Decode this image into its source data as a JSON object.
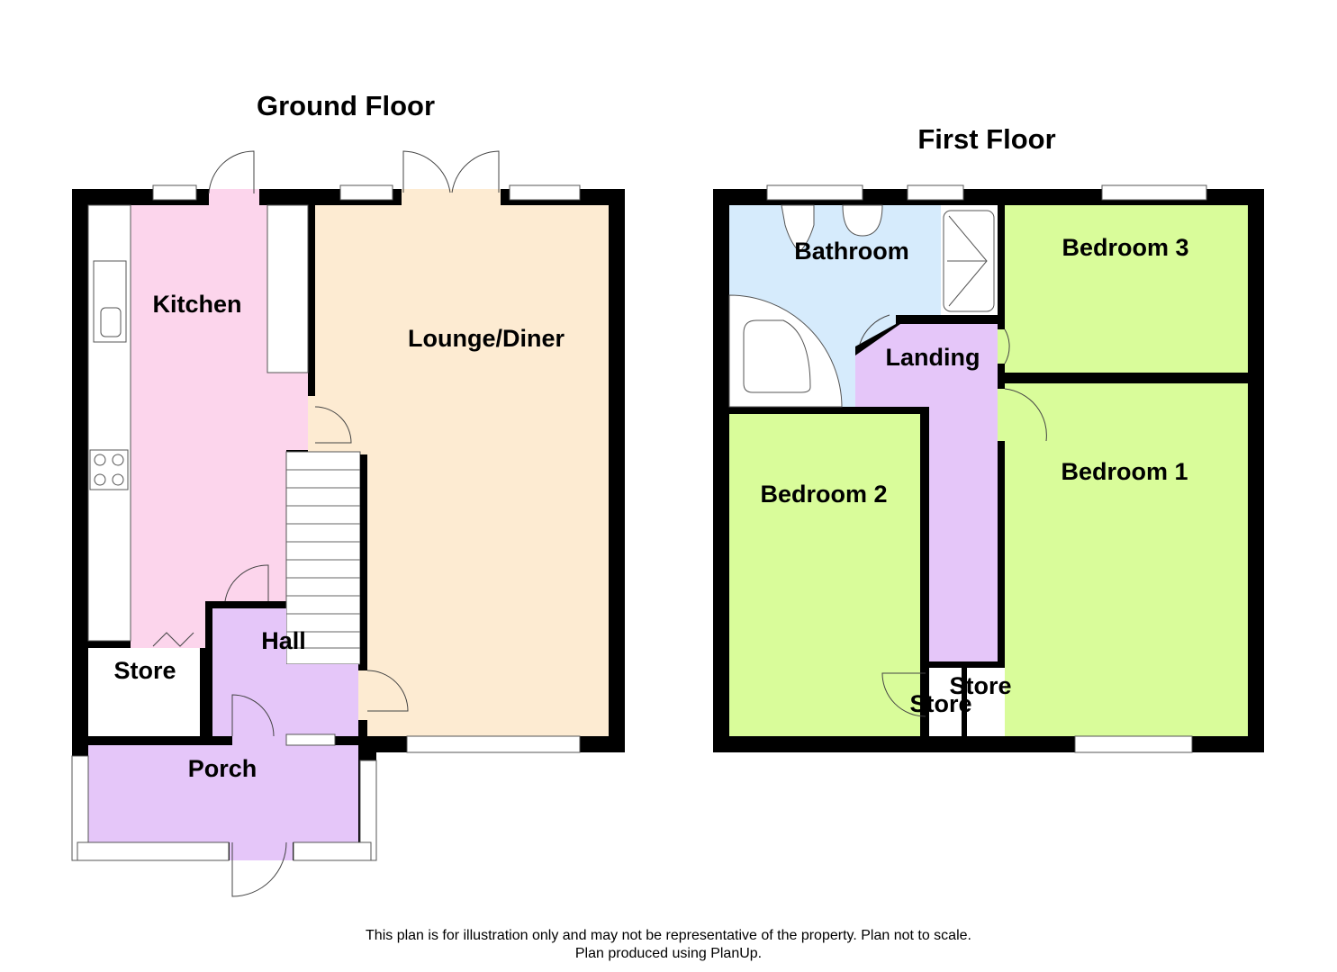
{
  "ground_floor": {
    "title": "Ground Floor",
    "rooms": {
      "kitchen": "Kitchen",
      "lounge": "Lounge/Diner",
      "hall": "Hall",
      "store": "Store",
      "porch": "Porch"
    }
  },
  "first_floor": {
    "title": "First Floor",
    "rooms": {
      "bathroom": "Bathroom",
      "bedroom3": "Bedroom 3",
      "landing": "Landing",
      "bedroom1": "Bedroom 1",
      "bedroom2": "Bedroom 2",
      "store_a": "Store",
      "store_b": "Store"
    }
  },
  "colors": {
    "wall": "#000000",
    "kitchen": "#fcd5ec",
    "lounge": "#fdebd2",
    "circulation": "#e5c6f9",
    "bedroom": "#d9fc9a",
    "bathroom": "#d6ebfc"
  },
  "footer": {
    "line1": "This plan is for illustration only and may not be representative of the property. Plan not to scale.",
    "line2": "Plan produced using PlanUp."
  }
}
